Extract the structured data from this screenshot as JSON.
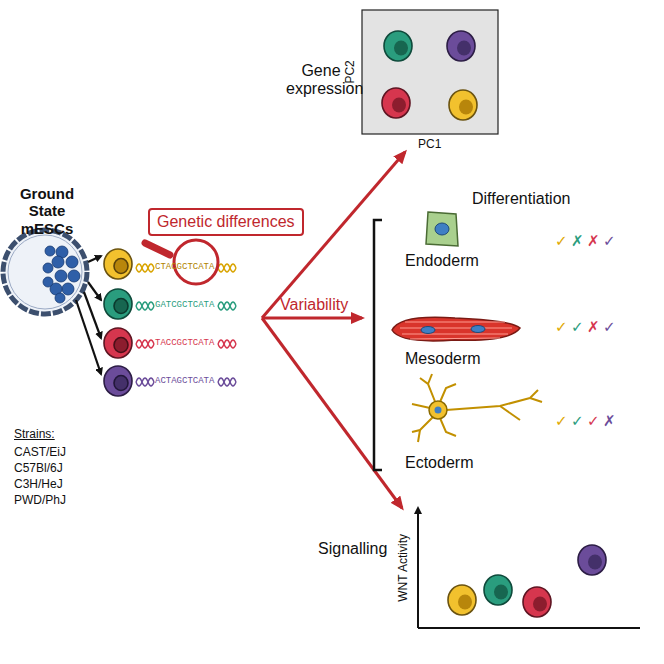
{
  "diagram": {
    "nodes": [
      {
        "text": [
          "Genetic differences"
        ]
      }
    ],
    "labels": [
      "Ground State mESCs",
      "Strains:",
      "CAST/EiJ",
      "C57Bl/6J",
      "C3H/HeJ",
      "PWD/PhJ",
      "CTACGCTCATA",
      "GATCGCTCATA",
      "TACCGCTCATA",
      "ACTAGCTCATA",
      "Variability",
      "Gene expression",
      "PC2",
      "PC1",
      "Differentiation",
      "Endoderm",
      "✓",
      "✗",
      "✗",
      "✓",
      "Mesoderm",
      "✓",
      "✓",
      "✗",
      "✓",
      "Ectoderm",
      "✓",
      "✓",
      "✓",
      "✗",
      "Signalling",
      "WNT Activity"
    ]
  }
}
